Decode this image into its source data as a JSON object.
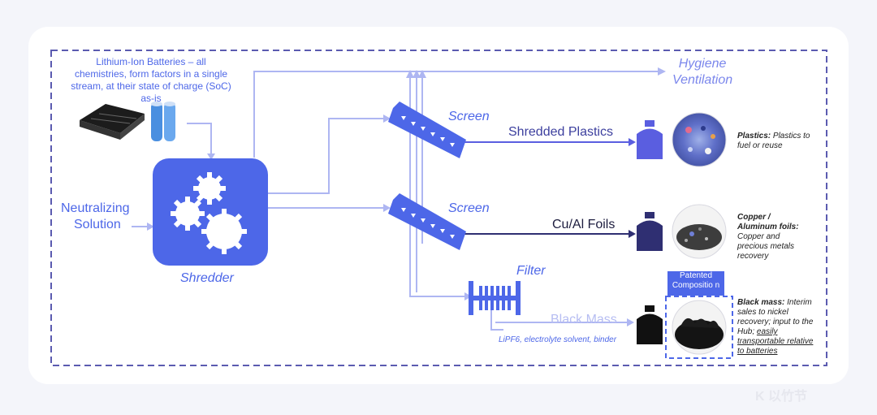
{
  "input": {
    "batteries_text": "Lithium-Ion Batteries – all chemistries, form factors in a single stream, at their state of charge (SoC) as-is",
    "neutralizing_line1": "Neutralizing",
    "neutralizing_line2": "Solution"
  },
  "process": {
    "shredder": "Shredder",
    "screen_top": "Screen",
    "screen_bottom": "Screen",
    "filter": "Filter",
    "hygiene_line1": "Hygiene",
    "hygiene_line2": "Ventilation"
  },
  "outputs": {
    "plastics": {
      "stream": "Shredded Plastics",
      "desc_bold": "Plastics:",
      "desc_rest": " Plastics to fuel or reuse"
    },
    "foils": {
      "stream": "Cu/Al Foils",
      "desc_bold": "Copper / Aluminum foils:",
      "desc_rest": " Copper and precious metals recovery"
    },
    "black_mass": {
      "stream": "Black Mass",
      "byproduct": "LiPF6, electrolyte solvent, binder",
      "badge": "Patented Compositio n",
      "desc_bold": "Black mass:",
      "desc_rest": " Interim sales to nickel recovery; input to the Hub; ",
      "desc_underline": "easily transportable relative to batteries"
    }
  },
  "colors": {
    "accent": "#4d67e8",
    "flow_line": "#aeb6f2",
    "dash_border": "#5b5bb0",
    "plastics_bottle": "#5a5ee0",
    "foils_bottle": "#2f2f72",
    "black_bottle": "#111111"
  },
  "watermark": "K 以竹节"
}
